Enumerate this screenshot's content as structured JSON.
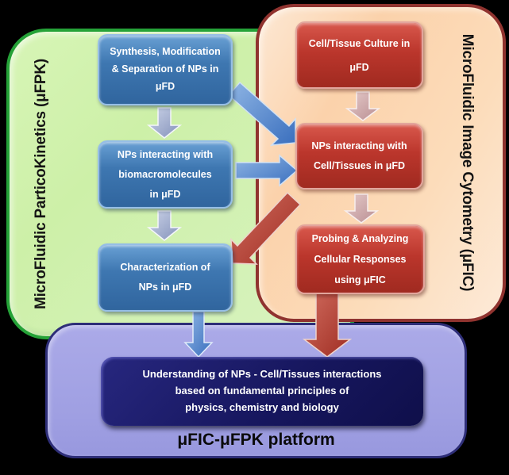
{
  "fpk_panel": {
    "title": "MicroFluidic ParticoKinetics (μFPK)"
  },
  "fic_panel": {
    "title": "MicroFluidic Image Cytometry (μFIC)"
  },
  "platform": {
    "title": "μFIC-μFPK platform"
  },
  "fpk_steps": [
    {
      "lines": [
        "Synthesis, Modification",
        "& Separation of NPs in",
        "μFD"
      ]
    },
    {
      "lines": [
        "NPs interacting with",
        "biomacromolecules",
        "in μFD"
      ]
    },
    {
      "lines": [
        "Characterization of",
        "NPs in μFD"
      ]
    }
  ],
  "fic_steps": [
    {
      "lines": [
        "Cell/Tissue Culture in",
        "μFD"
      ]
    },
    {
      "lines": [
        "NPs interacting with",
        "Cell/Tissues in μFD"
      ]
    },
    {
      "lines": [
        "Probing & Analyzing",
        "Cellular Responses",
        "using μFIC"
      ]
    }
  ],
  "outcome": {
    "lines": [
      "Understanding of NPs - Cell/Tissues interactions",
      "based on fundamental principles of",
      "physics, chemistry and biology"
    ]
  },
  "colors": {
    "fpk_panel_fill": "#cdf0a8",
    "fpk_panel_border": "#25a238",
    "fic_panel_fill": "#fbd2ab",
    "fic_panel_border": "#90332f",
    "platform_panel_fill": "#a3a3e4",
    "platform_panel_border": "#2e2e78",
    "blue_step_box": "#3e77b1",
    "red_step_box": "#bb362c",
    "outcome_box": "#17175f",
    "gray_blue_arrow": "#8d9ac1",
    "pink_arrow": "#c8a0a2",
    "blue_arrow": "#4a80cc",
    "red_arrow": "#ae352a",
    "text_on_boxes": "#ffffff",
    "panel_title_text": "#141414"
  }
}
